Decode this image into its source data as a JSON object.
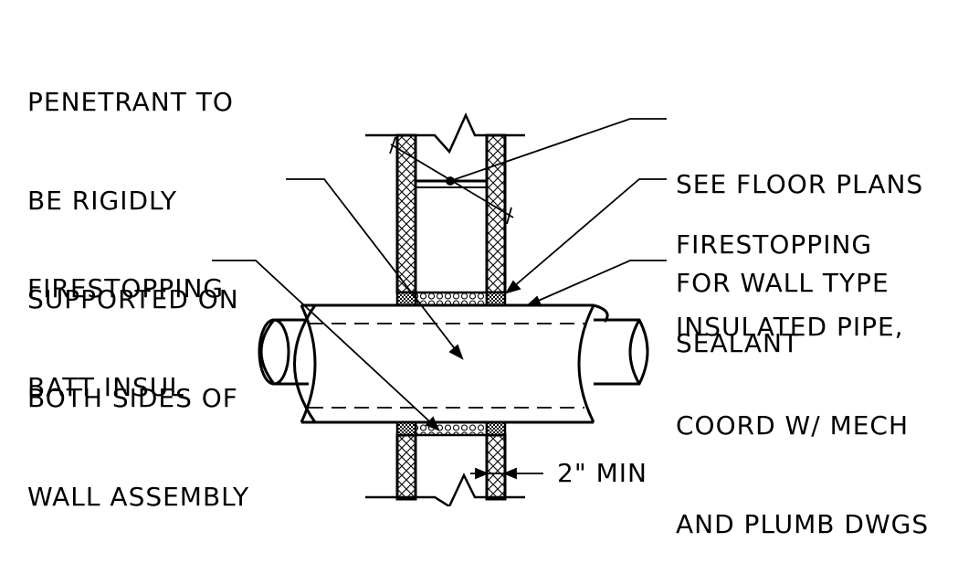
{
  "labels": {
    "penetrant_support": [
      "PENETRANT TO",
      "BE RIGIDLY",
      "SUPPORTED ON",
      "BOTH SIDES OF",
      "WALL ASSEMBLY"
    ],
    "batt_insul": [
      "FIRESTOPPING",
      "BATT INSUL"
    ],
    "wall_type": [
      "SEE FLOOR PLANS",
      "FOR WALL TYPE"
    ],
    "sealant": [
      "FIRESTOPPING",
      "SEALANT"
    ],
    "insulated_pipe": [
      "INSULATED PIPE,",
      "COORD W/ MECH",
      "AND PLUMB DWGS"
    ],
    "min_dim": "2\" MIN"
  },
  "colors": {
    "line": "#000000",
    "background": "#ffffff"
  }
}
